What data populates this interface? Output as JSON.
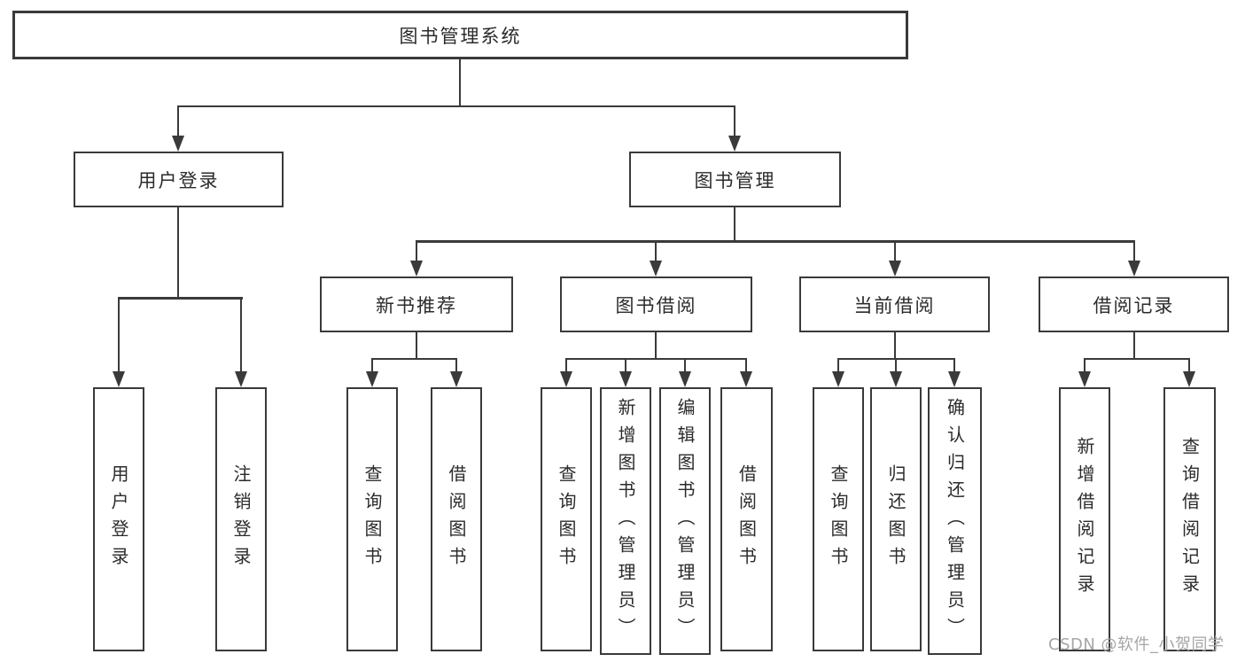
{
  "diagram": {
    "type": "functional-structure-tree",
    "orientation": "top-down"
  },
  "tree": {
    "root": {
      "label": "图书管理系统",
      "children": [
        {
          "label": "用户登录",
          "children": [
            {
              "label": "用户登录"
            },
            {
              "label": "注销登录"
            }
          ]
        },
        {
          "label": "图书管理",
          "children": [
            {
              "label": "新书推荐",
              "children": [
                {
                  "label": "查询图书"
                },
                {
                  "label": "借阅图书"
                }
              ]
            },
            {
              "label": "图书借阅",
              "children": [
                {
                  "label": "查询图书"
                },
                {
                  "label": "新增图书（管理员）"
                },
                {
                  "label": "编辑图书（管理员）"
                },
                {
                  "label": "借阅图书"
                }
              ]
            },
            {
              "label": "当前借阅",
              "children": [
                {
                  "label": "查询图书"
                },
                {
                  "label": "归还图书"
                },
                {
                  "label": "确认归还（管理员）"
                }
              ]
            },
            {
              "label": "借阅记录",
              "children": [
                {
                  "label": "新增借阅记录"
                },
                {
                  "label": "查询借阅记录"
                }
              ]
            }
          ]
        }
      ]
    }
  },
  "watermark": {
    "text": "CSDN @软件_小贺同学"
  },
  "colors": {
    "line": "#3a3a3a",
    "box_border": "#3a3a3a",
    "box_fill": "#ffffff",
    "text": "#2b2b2b",
    "watermark": "#a6a6a6",
    "background": "#ffffff"
  }
}
